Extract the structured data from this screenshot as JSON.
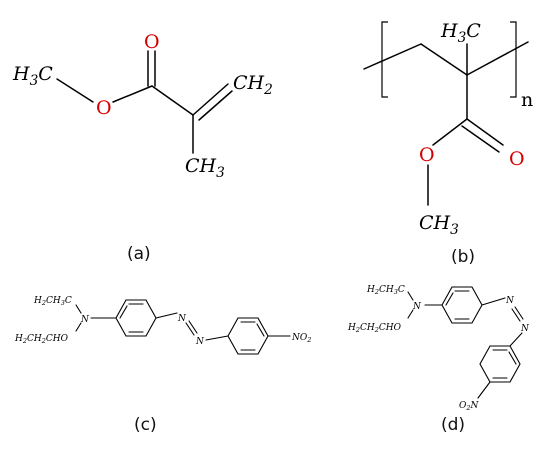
{
  "colors": {
    "oxygen": "#d40000",
    "bond": "#000000",
    "text": "#000000"
  },
  "panel_a": {
    "caption": "(a)",
    "h3c": {
      "main": "H",
      "sub": "3",
      "tail": "C"
    },
    "o_ester": "O",
    "o_carbonyl": "O",
    "ch2": {
      "main": "CH",
      "sub": "2"
    },
    "ch3": {
      "main": "CH",
      "sub": "3"
    }
  },
  "panel_b": {
    "caption": "(b)",
    "h3c": {
      "main": "H",
      "sub": "3",
      "tail": "C"
    },
    "o_ester": "O",
    "o_carbonyl": "O",
    "ch3": {
      "main": "CH",
      "sub": "3"
    },
    "repeat": "n"
  },
  "panel_c": {
    "caption": "(c)",
    "upper_chain": {
      "a": "H",
      "a_sub": "2",
      "b": "CH",
      "b_sub": "3",
      "c": "C"
    },
    "lower_chain": {
      "a": "H",
      "a_sub": "2",
      "b": "CH",
      "b_sub": "2",
      "c": "CHO"
    },
    "amine": "N",
    "azo_top": "N",
    "azo_bottom": "N",
    "nitro": {
      "main": "NO",
      "sub": "2"
    }
  },
  "panel_d": {
    "caption": "(d)",
    "upper_chain": {
      "a": "H",
      "a_sub": "2",
      "b": "CH",
      "b_sub": "3",
      "c": "C"
    },
    "lower_chain": {
      "a": "H",
      "a_sub": "2",
      "b": "CH",
      "b_sub": "2",
      "c": "CHO"
    },
    "amine": "N",
    "azo_top": "N",
    "azo_bottom": "N",
    "nitro": {
      "main": "O",
      "sub": "2",
      "tail": "N"
    }
  }
}
